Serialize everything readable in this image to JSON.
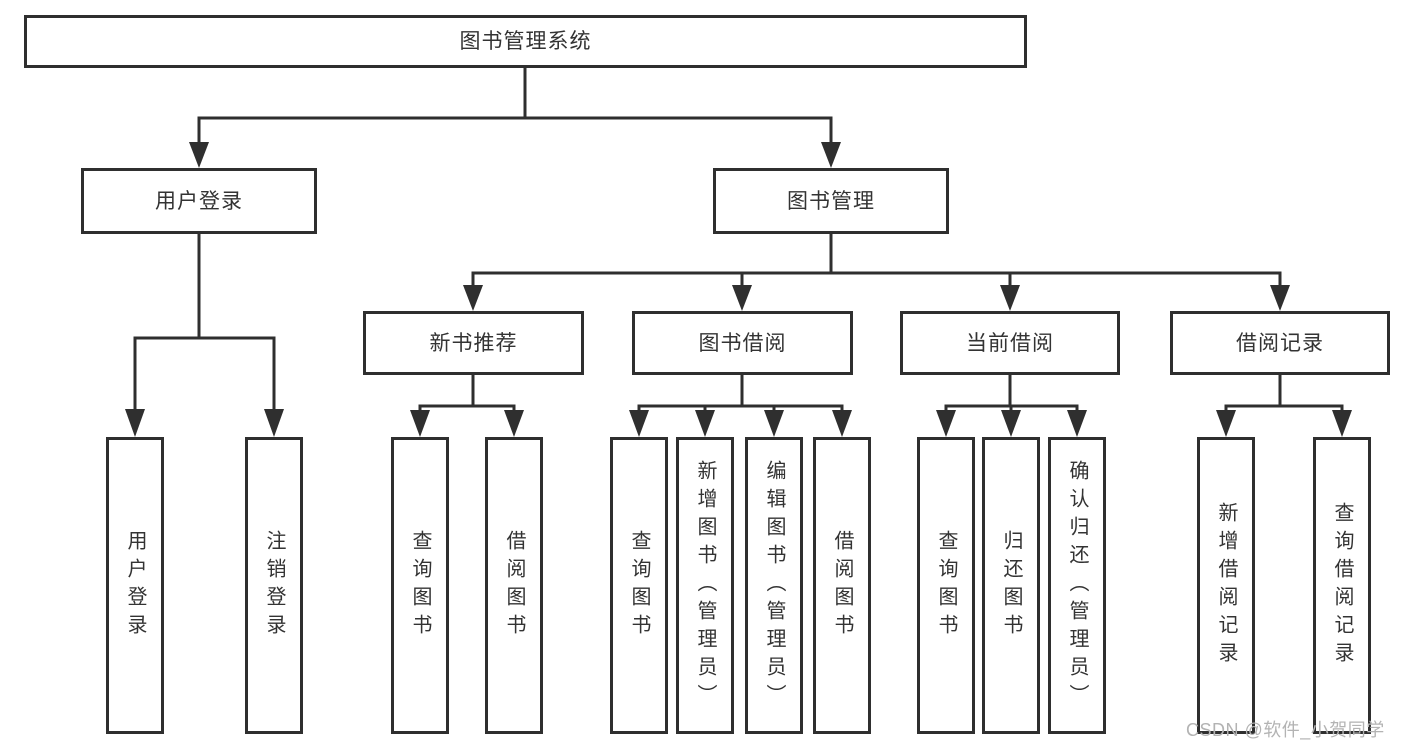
{
  "colors": {
    "line": "#2f2f2f",
    "box_border": "#2f2f2f",
    "text": "#333333",
    "background": "#ffffff",
    "watermark": "#b3b3b3"
  },
  "tree": {
    "root": {
      "label": "图书管理系统"
    },
    "branches": [
      {
        "label": "用户登录",
        "children": [
          {
            "label": "用户登录"
          },
          {
            "label": "注销登录"
          }
        ]
      },
      {
        "label": "图书管理",
        "children": [
          {
            "label": "新书推荐",
            "children": [
              {
                "label": "查询图书"
              },
              {
                "label": "借阅图书"
              }
            ]
          },
          {
            "label": "图书借阅",
            "children": [
              {
                "label": "查询图书"
              },
              {
                "label": "新增图书（管理员）"
              },
              {
                "label": "编辑图书（管理员）"
              },
              {
                "label": "借阅图书"
              }
            ]
          },
          {
            "label": "当前借阅",
            "children": [
              {
                "label": "查询图书"
              },
              {
                "label": "归还图书"
              },
              {
                "label": "确认归还（管理员）"
              }
            ]
          },
          {
            "label": "借阅记录",
            "children": [
              {
                "label": "新增借阅记录"
              },
              {
                "label": "查询借阅记录"
              }
            ]
          }
        ]
      }
    ]
  },
  "watermark": {
    "text": "CSDN @软件_小贺同学"
  }
}
